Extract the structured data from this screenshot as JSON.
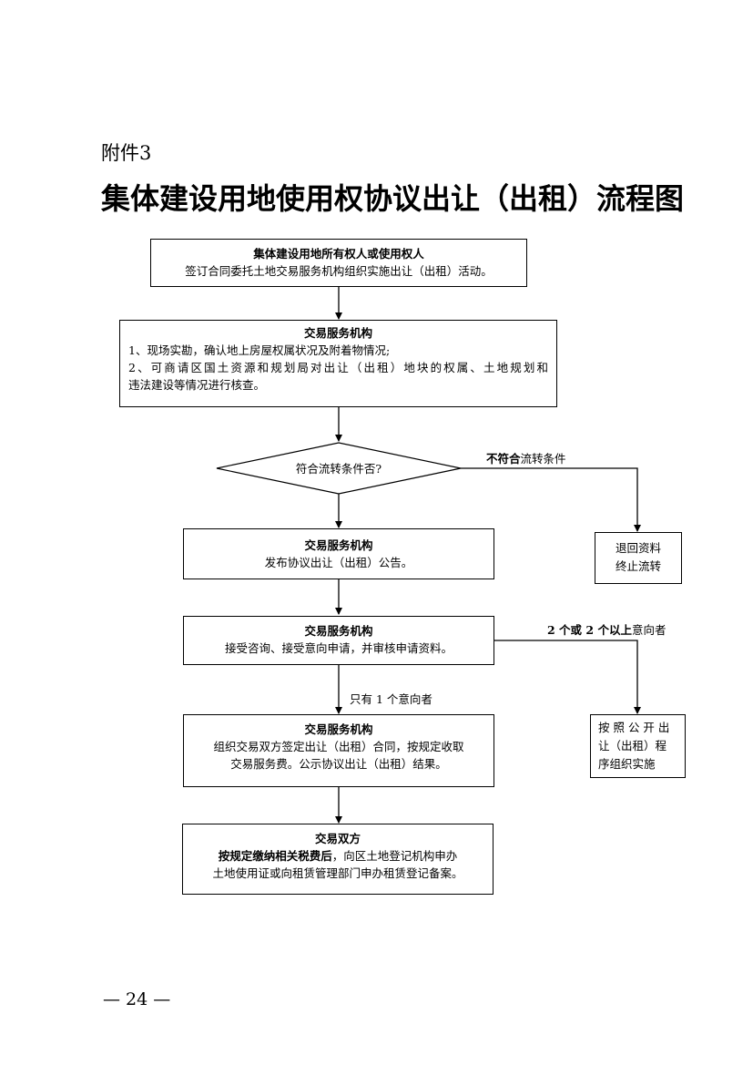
{
  "annex_label": "附件3",
  "title": "集体建设用地使用权协议出让（出租）流程图",
  "box1": {
    "head": "集体建设用地所有权人或使用权人",
    "body": "签订合同委托土地交易服务机构组织实施出让（出租）活动。"
  },
  "box2": {
    "head": "交易服务机构",
    "lines": [
      "1、现场实勘，确认地上房屋权属状况及附着物情况;",
      "2、可商请区国土资源和规划局对出让（出租）地块的权属、土地规划和",
      "违法建设等情况进行核查。"
    ]
  },
  "decision": {
    "text": "符合流转条件否?"
  },
  "no_label": {
    "bold": "不符合",
    "rest": "流转条件"
  },
  "reject_box": {
    "lines": [
      "退回资料",
      "终止流转"
    ]
  },
  "box3": {
    "head": "交易服务机构",
    "body": "发布协议出让（出租）公告。"
  },
  "box4": {
    "head": "交易服务机构",
    "body": "接受咨询、接受意向申请，并审核申请资料。"
  },
  "multi_label": {
    "bold": "2 个或 2 个以上",
    "rest": "意向者"
  },
  "public_box": {
    "lines": [
      "按 照 公 开 出",
      "让（出租）程",
      "序组织实施"
    ]
  },
  "single_label": "只有 1 个意向者",
  "box5": {
    "head": "交易服务机构",
    "lines": [
      "组织交易双方签定出让（出租）合同，按规定收取",
      "交易服务费。公示协议出让（出租）结果。"
    ]
  },
  "box6": {
    "head": "交易双方",
    "line1_bold": "按规定缴纳相关税费后",
    "line1_rest": "，向区土地登记机构申办",
    "line2": "土地使用证或向租赁管理部门申办租赁登记备案。"
  },
  "page_number": "— 24 —"
}
